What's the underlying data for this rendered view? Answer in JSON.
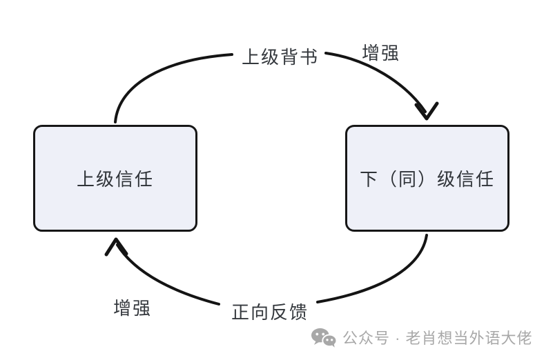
{
  "diagram": {
    "nodes": [
      {
        "id": "upper-trust",
        "label": "上级信任"
      },
      {
        "id": "lower-peer-trust",
        "label": "下（同）级信任"
      }
    ],
    "edges": [
      {
        "from": "upper-trust",
        "to": "lower-peer-trust",
        "position": "top",
        "label": "上级背书",
        "effect_label": "增强"
      },
      {
        "from": "lower-peer-trust",
        "to": "upper-trust",
        "position": "bottom",
        "label": "正向反馈",
        "effect_label": "增强"
      }
    ],
    "colors": {
      "background": "#ffffff",
      "node_fill": "#eef0f8",
      "node_border": "#161616",
      "node_text": "#2f3338",
      "arrow": "#141414",
      "label_text": "#34383d",
      "watermark": "#a8a8a8"
    }
  },
  "watermark": {
    "icon": "wechat-icon",
    "label": "公众号 · 老肖想当外语大佬"
  }
}
